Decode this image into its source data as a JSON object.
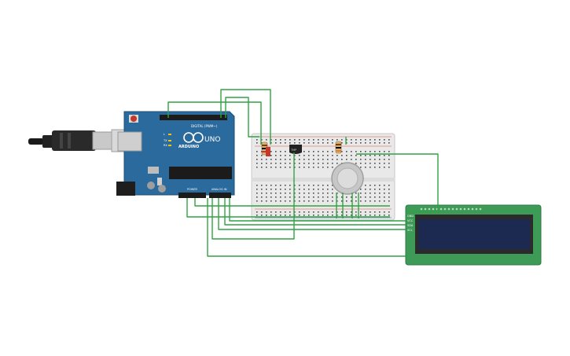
{
  "arduino": {
    "brand": "ARDUINO",
    "model": "UNO",
    "digital_label": "DIGITAL (PWM~)",
    "power_label": "POWER",
    "analog_label": "ANALOG IN",
    "tx_label": "TX",
    "rx_label": "RX",
    "l_label": "L"
  },
  "sensor": {
    "chip_label": "TMP"
  },
  "lcd": {
    "pin_labels": [
      "GND",
      "VCC",
      "SDA",
      "SCL"
    ]
  },
  "colors": {
    "arduino_board": "#2a6a9c",
    "breadboard": "#e9e9e9",
    "lcd_board": "#3e9a57",
    "lcd_screen": "#1c2a52",
    "wire": "#31a244"
  }
}
